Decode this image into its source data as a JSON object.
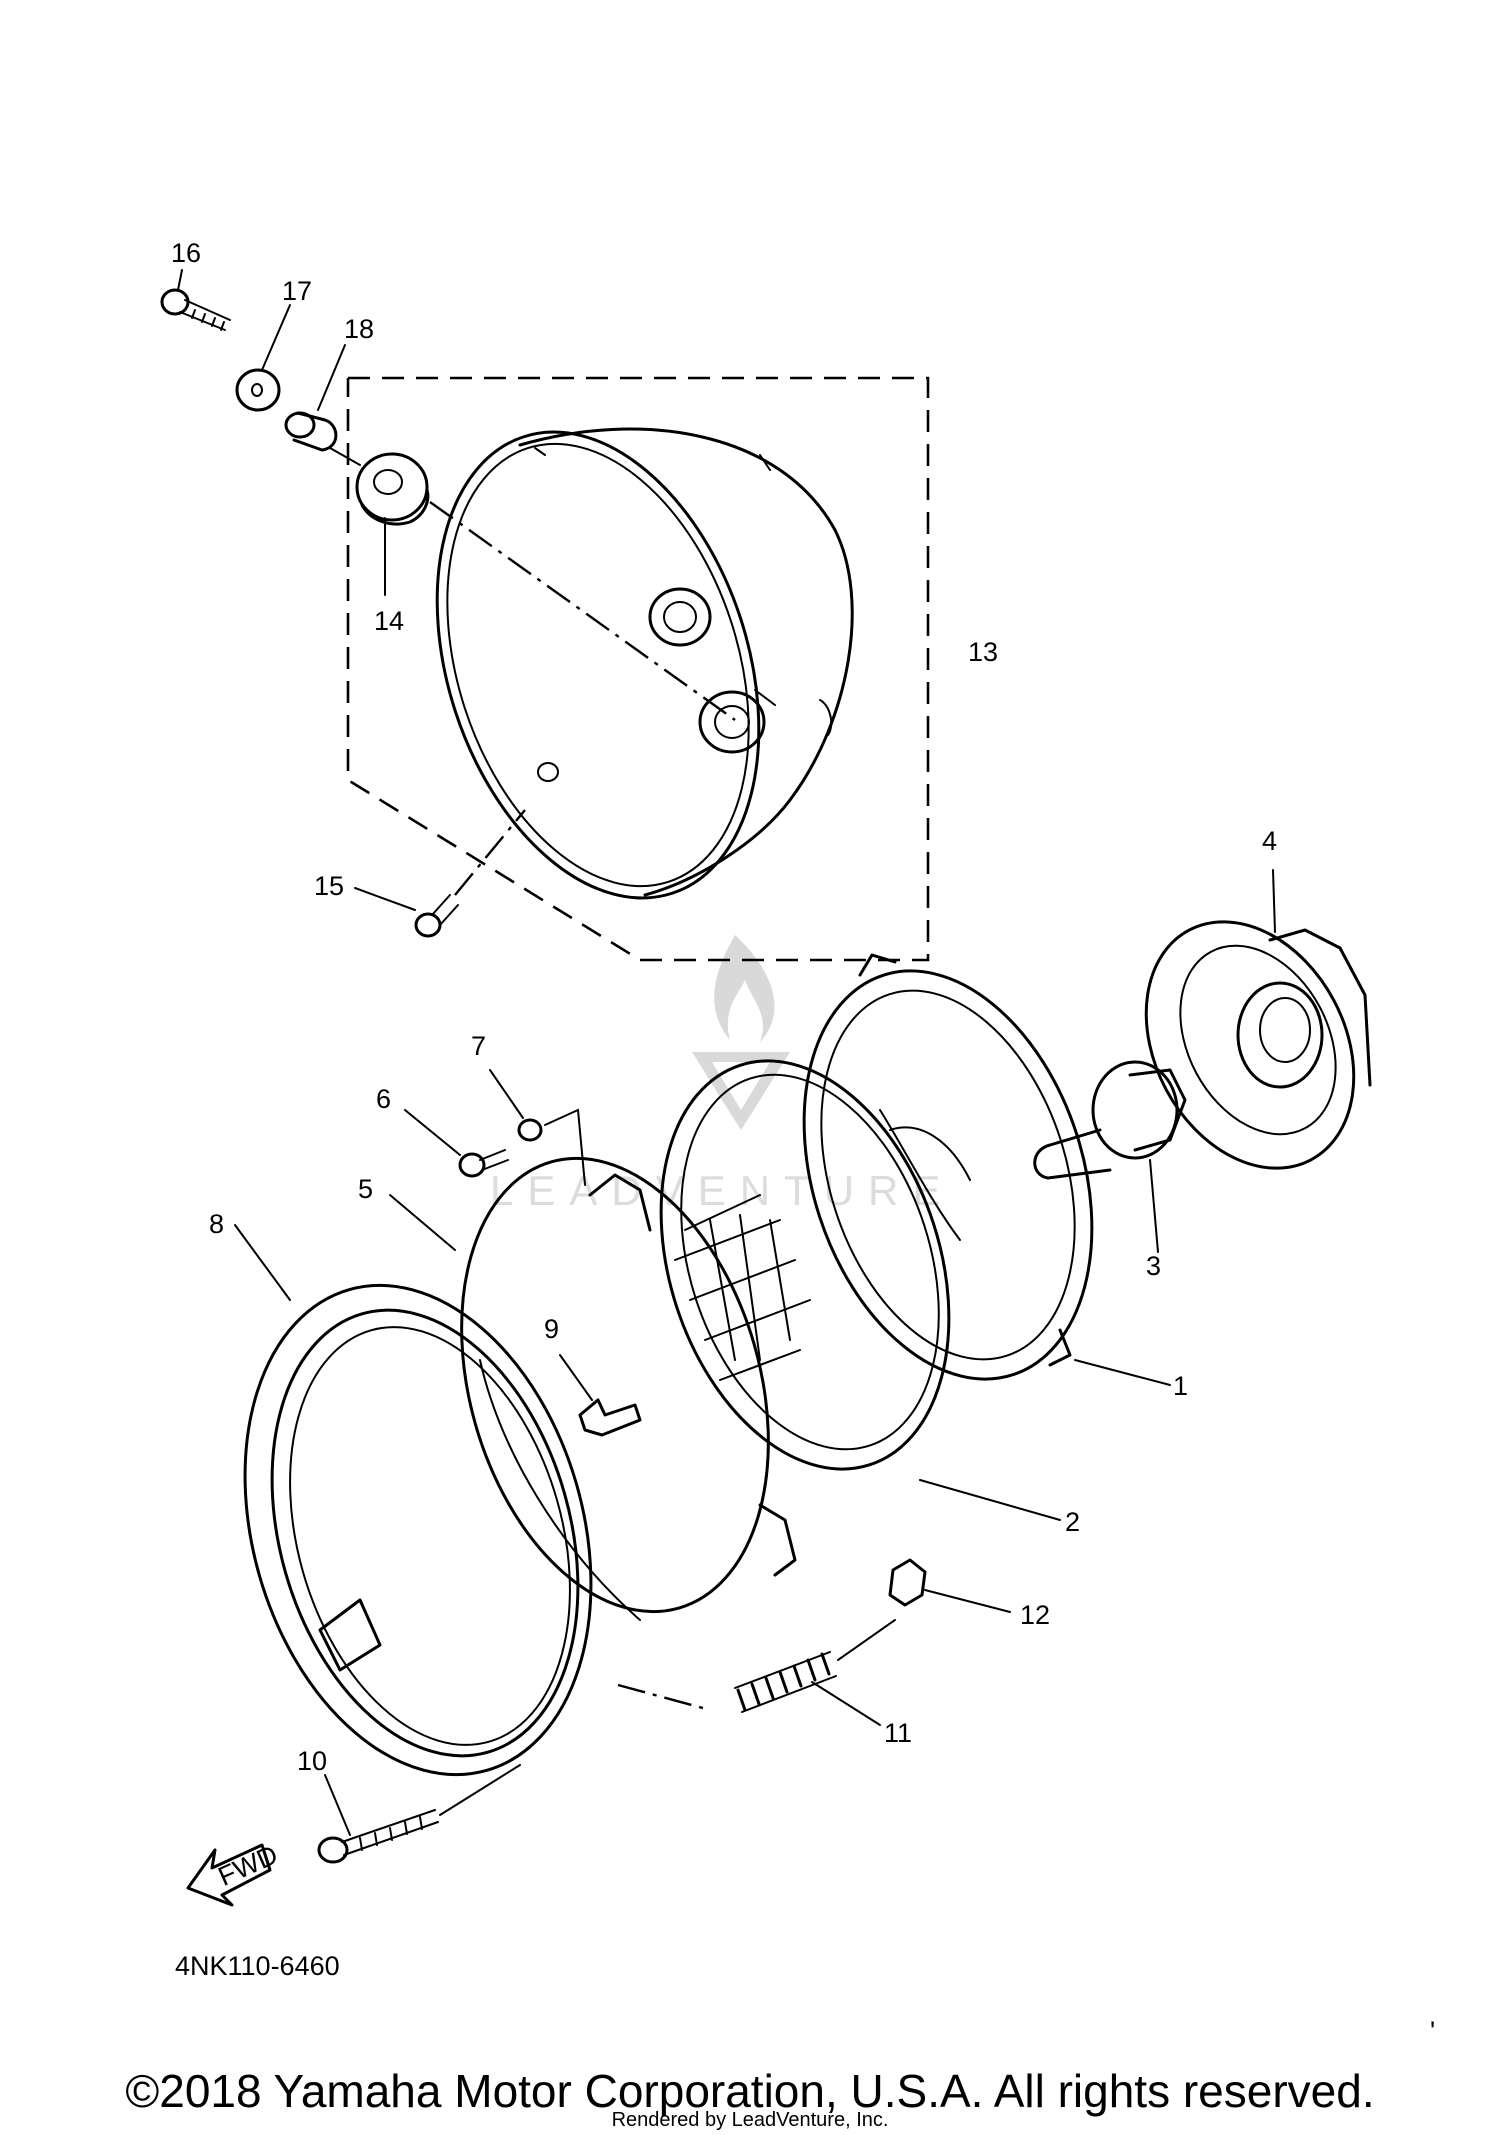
{
  "diagram": {
    "part_code": "4NK110-6460",
    "fwd_label": "FWD",
    "watermark_text": "LEADVENTURE",
    "callouts": [
      {
        "id": "c1",
        "label": "1"
      },
      {
        "id": "c2",
        "label": "2"
      },
      {
        "id": "c3",
        "label": "3"
      },
      {
        "id": "c4",
        "label": "4"
      },
      {
        "id": "c5",
        "label": "5"
      },
      {
        "id": "c6",
        "label": "6"
      },
      {
        "id": "c7",
        "label": "7"
      },
      {
        "id": "c8",
        "label": "8"
      },
      {
        "id": "c9",
        "label": "9"
      },
      {
        "id": "c10",
        "label": "10"
      },
      {
        "id": "c11",
        "label": "11"
      },
      {
        "id": "c12",
        "label": "12"
      },
      {
        "id": "c13",
        "label": "13"
      },
      {
        "id": "c14",
        "label": "14"
      },
      {
        "id": "c15",
        "label": "15"
      },
      {
        "id": "c16",
        "label": "16"
      },
      {
        "id": "c17",
        "label": "17"
      },
      {
        "id": "c18",
        "label": "18"
      }
    ]
  },
  "footer": {
    "copyright": "©2018 Yamaha Motor Corporation, U.S.A. All rights reserved.",
    "rendered_by": "Rendered by LeadVenture, Inc."
  }
}
